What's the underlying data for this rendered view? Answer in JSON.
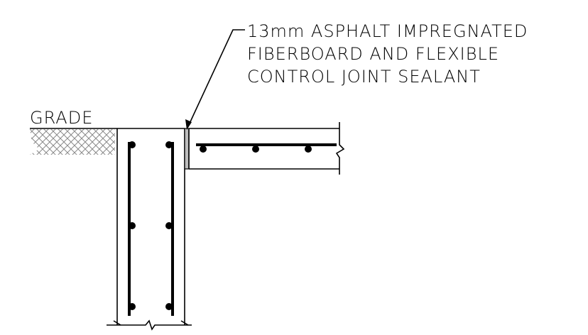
{
  "labels": {
    "grade": "GRADE",
    "note_line1": "13mm ASPHALT IMPREGNATED",
    "note_line2": "FIBERBOARD AND FLEXIBLE",
    "note_line3": "CONTROL JOINT SEALANT"
  },
  "colors": {
    "ink": "#000000",
    "background": "#ffffff",
    "sealant_fill": "#bdbdbd"
  }
}
